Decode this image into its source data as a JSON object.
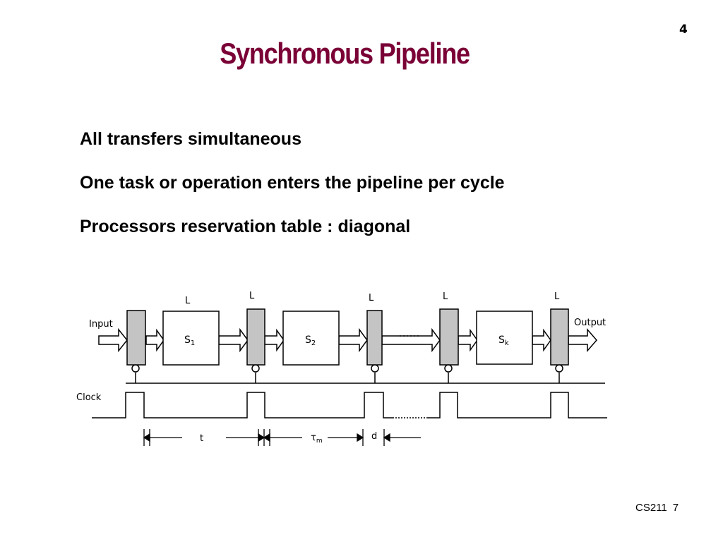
{
  "slide": {
    "number": "4",
    "title": "Synchronous Pipeline",
    "bullets": [
      "All transfers simultaneous",
      "One task or operation enters the pipeline per cycle",
      "Processors reservation table : diagonal"
    ],
    "footer": {
      "course": "CS211",
      "page": "7"
    }
  },
  "diagram": {
    "latch_label": "L",
    "input_label": "Input",
    "output_label": "Output",
    "clock_label": "Clock",
    "stages": [
      {
        "base": "S",
        "sub": "1"
      },
      {
        "base": "S",
        "sub": "2"
      },
      {
        "base": "S",
        "sub": "k"
      }
    ],
    "timing": {
      "t": "t",
      "tau_m": "τ",
      "tau_sub": "m",
      "d": "d"
    },
    "colors": {
      "latch_fill": "#c4c4c4",
      "title": "#7a0036"
    }
  }
}
